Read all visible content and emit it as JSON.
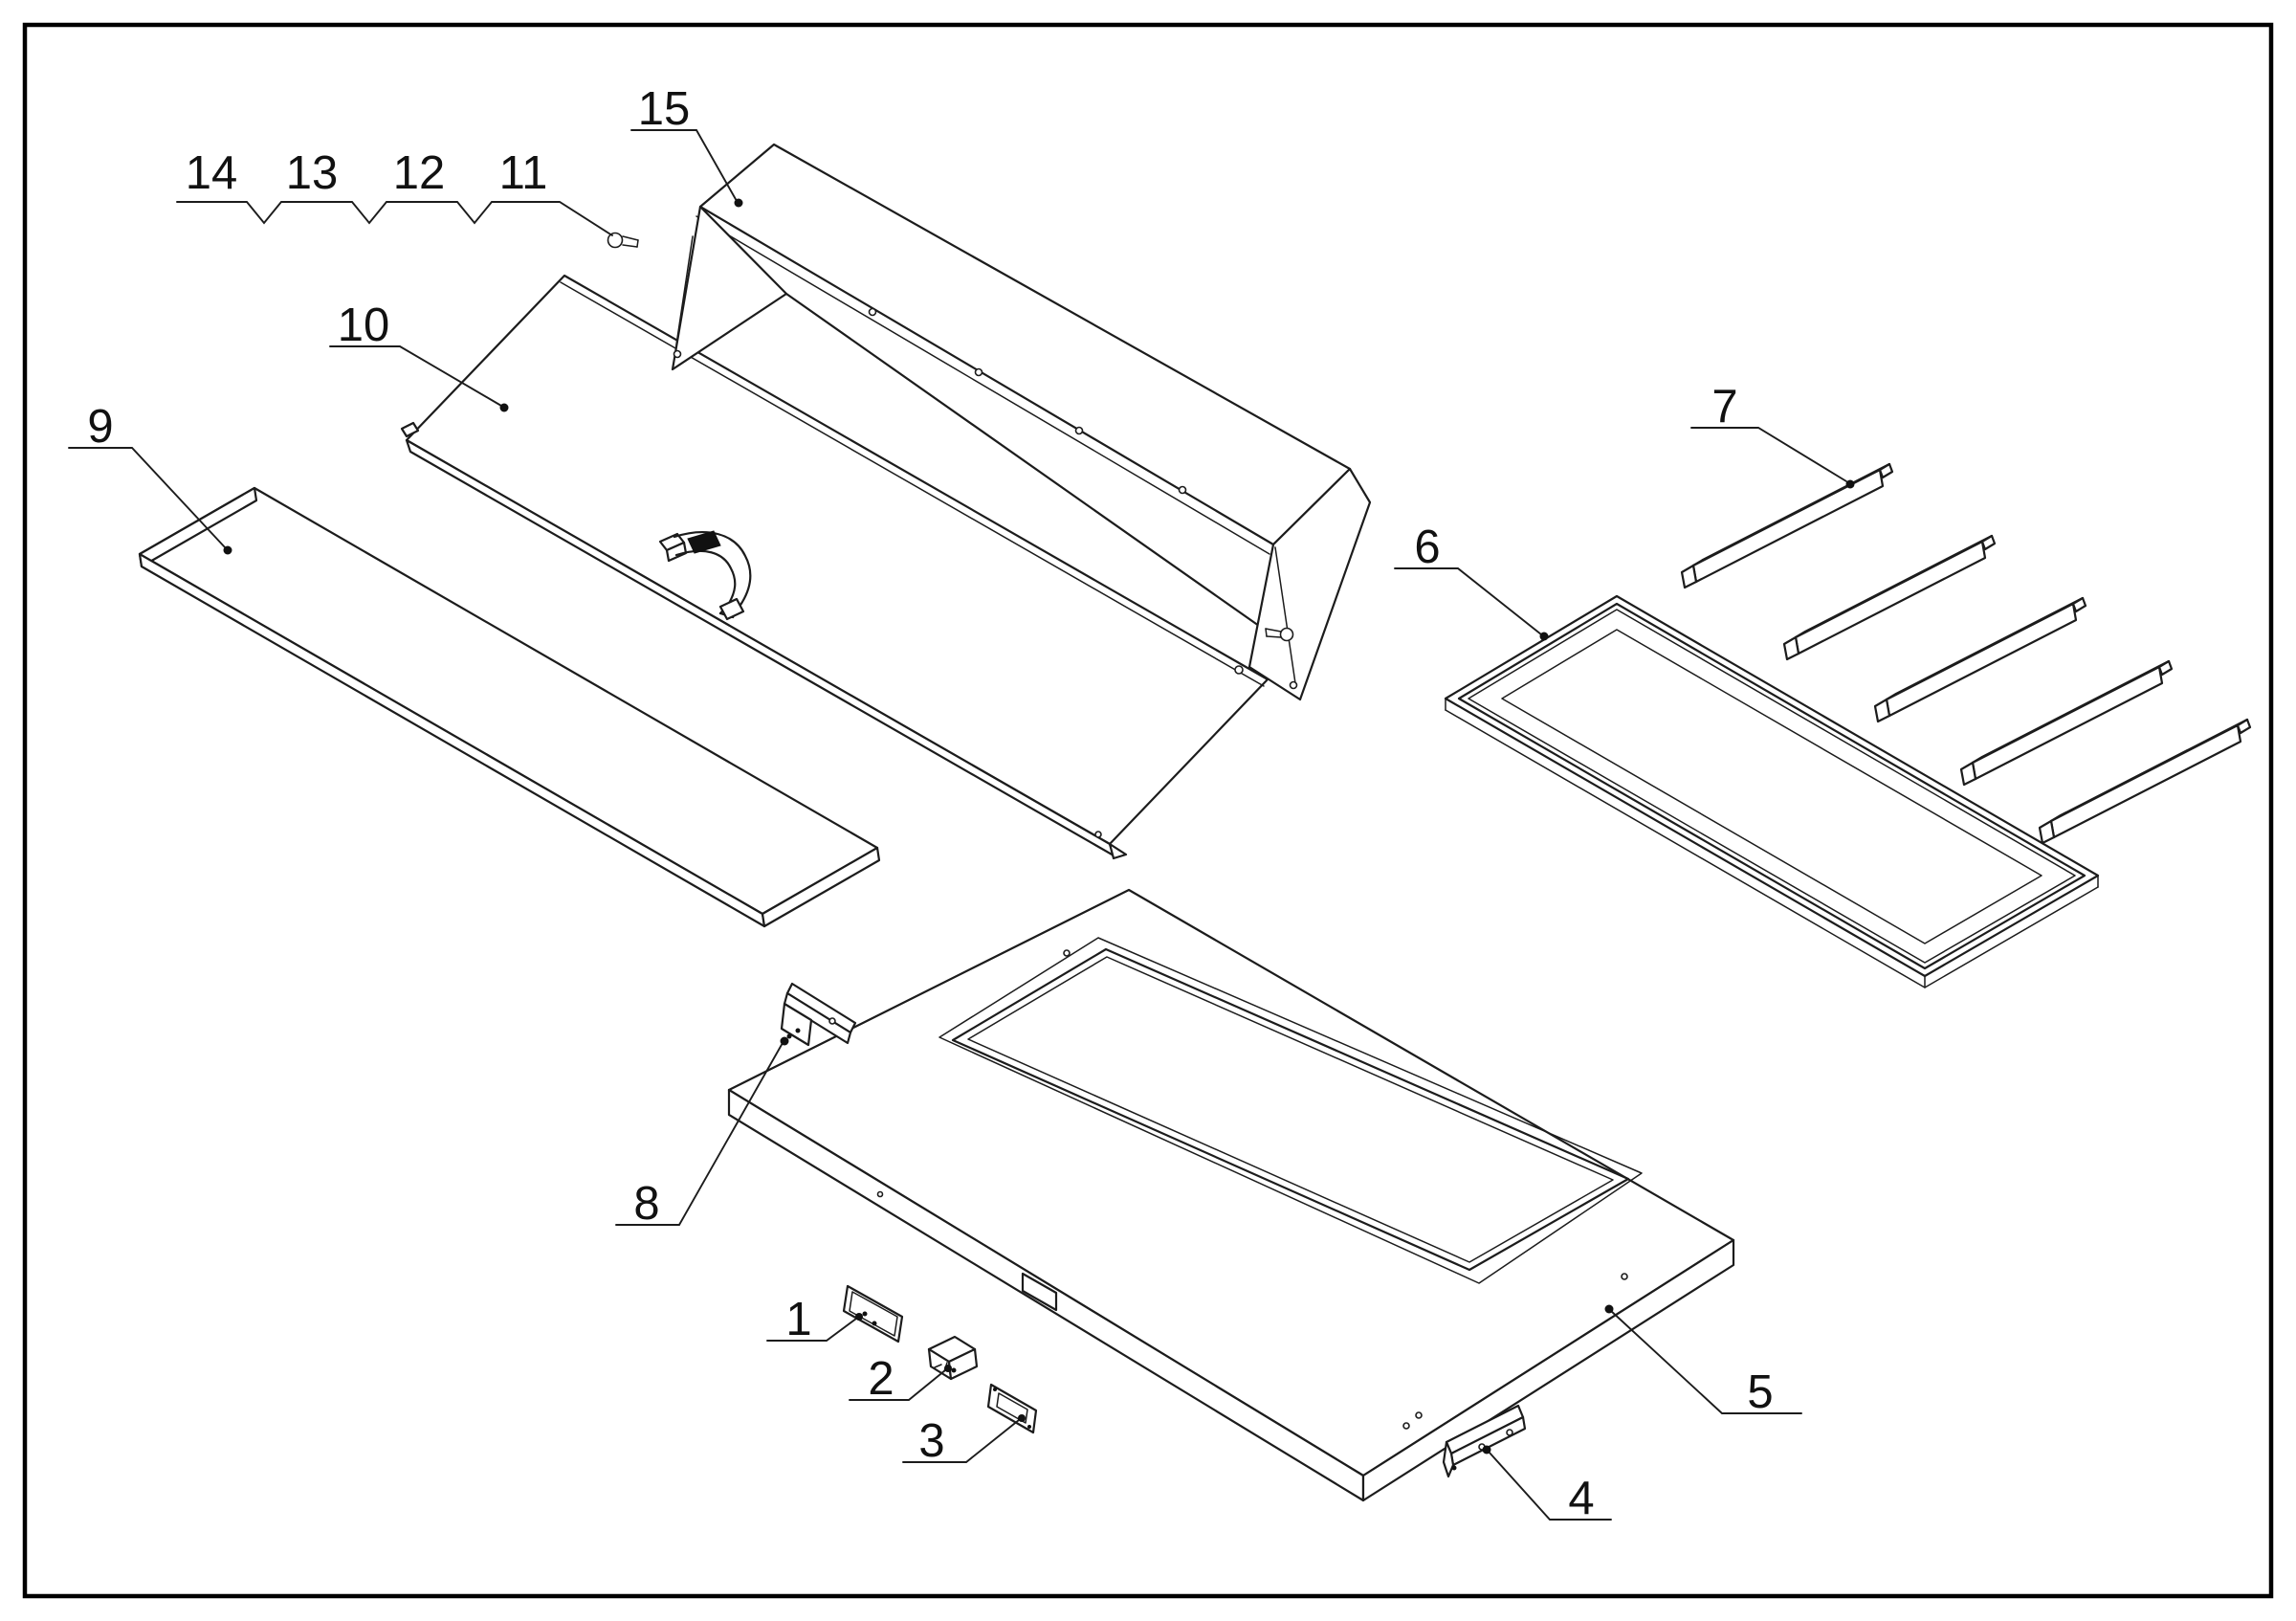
{
  "diagram": {
    "type": "exploded-parts-diagram",
    "background": "#ffffff",
    "line_color": "#1c1c1c",
    "border_color": "#000000",
    "callouts": [
      {
        "label": "1"
      },
      {
        "label": "2"
      },
      {
        "label": "3"
      },
      {
        "label": "4"
      },
      {
        "label": "5"
      },
      {
        "label": "6"
      },
      {
        "label": "7"
      },
      {
        "label": "8"
      },
      {
        "label": "9"
      },
      {
        "label": "10"
      },
      {
        "label": "11"
      },
      {
        "label": "12"
      },
      {
        "label": "13"
      },
      {
        "label": "14"
      },
      {
        "label": "15"
      }
    ]
  }
}
